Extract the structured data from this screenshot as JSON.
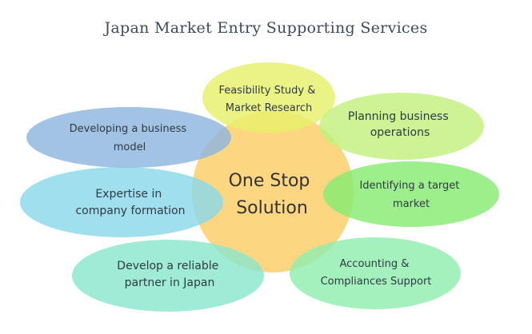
{
  "title": "Japan Market Entry Supporting Services",
  "center": {
    "lines": [
      "One Stop",
      "Solution"
    ],
    "color": "#fcd47a"
  },
  "services": [
    {
      "id": "feasibility",
      "lines": [
        "Feasibility Study &",
        "Market Research"
      ],
      "color": "#e6f06c"
    },
    {
      "id": "planning",
      "lines": [
        "Planning business",
        "operations"
      ],
      "color": "#c2f07e"
    },
    {
      "id": "target",
      "lines": [
        "Identifying a target",
        "market"
      ],
      "color": "#86ec72"
    },
    {
      "id": "accounting",
      "lines": [
        "Accounting &",
        "Compliances Support"
      ],
      "color": "#90eeae"
    },
    {
      "id": "partner",
      "lines": [
        "Develop a reliable",
        "partner in Japan"
      ],
      "color": "#8ae6cc"
    },
    {
      "id": "formation",
      "lines": [
        "Expertise in",
        "company formation"
      ],
      "color": "#8ad8ea"
    },
    {
      "id": "business-model",
      "lines": [
        "Developing a business",
        "model"
      ],
      "color": "#8eb6de"
    }
  ]
}
